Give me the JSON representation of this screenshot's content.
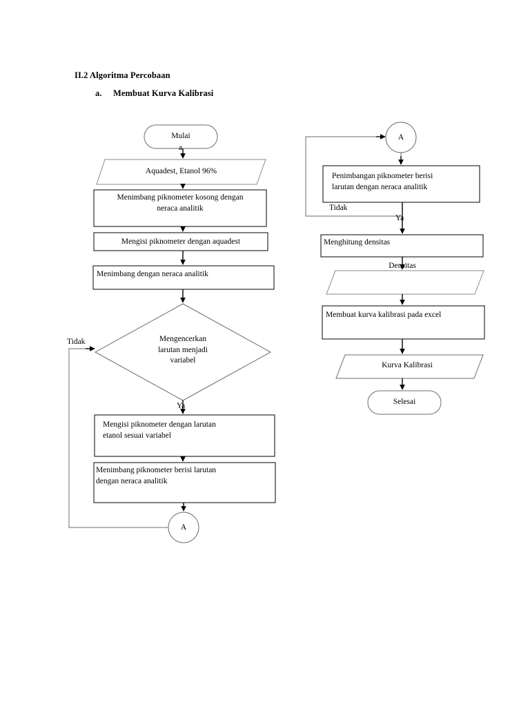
{
  "document": {
    "heading_main": "II.2 Algoritma Percobaan",
    "heading_sub_marker": "a.",
    "heading_sub_text": "Membuat Kurva Kalibrasi"
  },
  "diagram": {
    "title": "Membuat Kurva Kalibrasi",
    "type": "flowchart",
    "stroke_color": "#000000",
    "fill_color": "#ffffff",
    "left_column": {
      "start": {
        "shape": "terminator",
        "label": "Mulai"
      },
      "start_overflow_char": "a",
      "input": {
        "shape": "parallelogram",
        "label": "Aquadest, Etanol 96%"
      },
      "process_1": {
        "shape": "process",
        "label": "Menimbang piknometer kosong dengan\nneraca analitik"
      },
      "process_2": {
        "shape": "process",
        "label": "Mengisi piknometer dengan aquadest"
      },
      "process_3": {
        "shape": "process",
        "label": "Menimbang dengan neraca analitik"
      },
      "decision": {
        "shape": "decision",
        "label": "Mengencerkan\nlarutan menjadi\nvariabel"
      },
      "decision_no_label": "Tidak",
      "decision_yes_label": "Ya",
      "process_4": {
        "shape": "process",
        "label": "Mengisi piknometer dengan larutan\netanol sesuai variabel"
      },
      "process_5": {
        "shape": "process",
        "label": "Menimbang piknometer berisi larutan\ndengan neraca analitik"
      },
      "connector_out": {
        "shape": "connector",
        "label": "A"
      }
    },
    "right_column": {
      "connector_in": {
        "shape": "connector",
        "label": "A"
      },
      "process_6": {
        "shape": "process",
        "label": "Penimbangan piknometer berisi\nlarutan dengan neraca analitik"
      },
      "loop_no_label": "Tidak",
      "loop_yes_label": "Ya",
      "process_7": {
        "shape": "process",
        "label": "Menghitung densitas"
      },
      "data_densitas_label": "Densitas",
      "data_densitas": {
        "shape": "parallelogram",
        "label": ""
      },
      "process_8": {
        "shape": "process",
        "label": "Membuat kurva kalibrasi pada excel"
      },
      "output": {
        "shape": "parallelogram",
        "label": "Kurva Kalibrasi"
      },
      "end": {
        "shape": "terminator",
        "label": "Selesai"
      }
    }
  }
}
